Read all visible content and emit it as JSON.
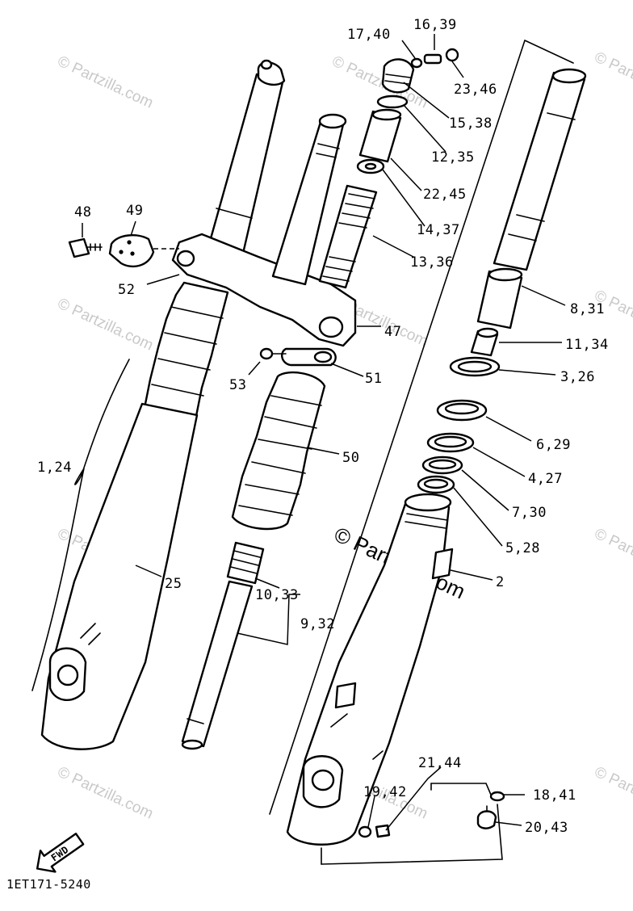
{
  "diagram_code": "1ET171-5240",
  "fwd_label": "FWD",
  "watermark_main": "© Partzilla.com",
  "watermark_small": "© Partzilla.com",
  "part_labels": {
    "p17_40": "17,40",
    "p16_39": "16,39",
    "p23_46": "23,46",
    "p15_38": "15,38",
    "p12_35": "12,35",
    "p22_45": "22,45",
    "p14_37": "14,37",
    "p13_36": "13,36",
    "p48": "48",
    "p49": "49",
    "p52": "52",
    "p47": "47",
    "p8_31": "8,31",
    "p11_34": "11,34",
    "p3_26": "3,26",
    "p53": "53",
    "p51": "51",
    "p6_29": "6,29",
    "p1_24": "1,24",
    "p50": "50",
    "p4_27": "4,27",
    "p7_30": "7,30",
    "p5_28": "5,28",
    "p25": "25",
    "p2": "2",
    "p10_33": "10,33",
    "p9_32": "9,32",
    "p21_44": "21,44",
    "p19_42": "19,42",
    "p18_41": "18,41",
    "p20_43": "20,43"
  }
}
